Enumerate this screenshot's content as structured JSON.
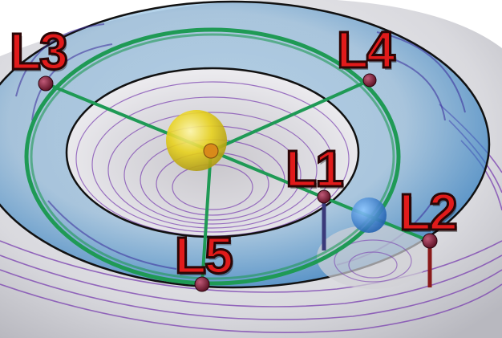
{
  "diagram": {
    "lagrange_points": [
      {
        "id": "L1",
        "label": "L1"
      },
      {
        "id": "L2",
        "label": "L2"
      },
      {
        "id": "L3",
        "label": "L3"
      },
      {
        "id": "L4",
        "label": "L4"
      },
      {
        "id": "L5",
        "label": "L5"
      }
    ],
    "colors": {
      "label_red": "#e11b1b",
      "orbit_green": "#1f9a55",
      "well_blue": "#3a86c2",
      "contour_purple": "#7a3fb0",
      "star_yellow": "#e8d21c",
      "planet_blue": "#2f7fd1",
      "point_marker": "#7a1a33",
      "stem_red": "#8a1a1a"
    },
    "icons": {
      "central_body": "star-sphere",
      "secondary_body": "planet-sphere"
    }
  }
}
